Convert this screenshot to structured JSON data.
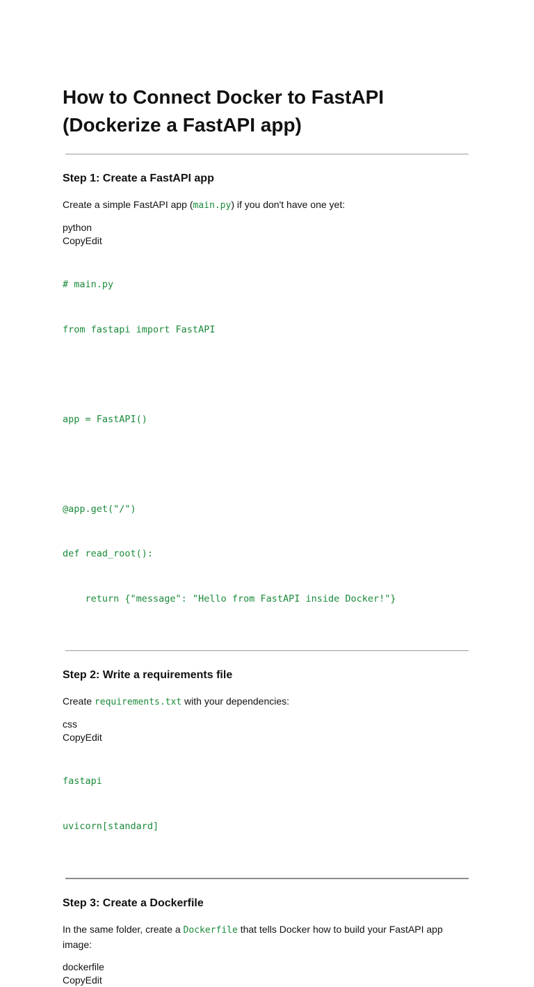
{
  "title": "How to Connect Docker to FastAPI (Dockerize a FastAPI app)",
  "colors": {
    "code_green": "#1a8a3a",
    "rule_gray": "#9a9a9a"
  },
  "sections": [
    {
      "heading": "Step 1: Create a FastAPI app",
      "intro_before": "Create a simple FastAPI app (",
      "intro_code": "main.py",
      "intro_after": ") if you don't have one yet:",
      "lang": "python",
      "copy_label": "CopyEdit",
      "code_lines": [
        "# main.py",
        "from fastapi import FastAPI",
        "",
        "app = FastAPI()",
        "",
        "@app.get(\"/\")",
        "def read_root():",
        "    return {\"message\": \"Hello from FastAPI inside Docker!\"}"
      ]
    },
    {
      "heading": "Step 2: Write a requirements file",
      "intro_before": "Create ",
      "intro_code": "requirements.txt",
      "intro_after": " with your dependencies:",
      "lang": "css",
      "copy_label": "CopyEdit",
      "code_lines": [
        "fastapi",
        "uvicorn[standard]"
      ]
    },
    {
      "heading": "Step 3: Create a Dockerfile",
      "intro_before": "In the same folder, create a ",
      "intro_code": "Dockerfile",
      "intro_after": " that tells Docker how to build your FastAPI app image:",
      "lang": "dockerfile",
      "copy_label": "CopyEdit",
      "code_lines": []
    }
  ]
}
